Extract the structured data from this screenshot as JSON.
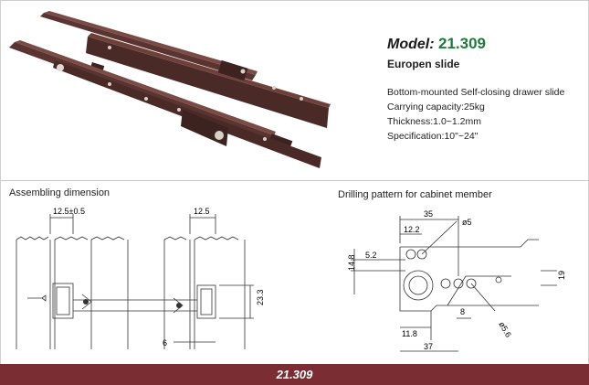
{
  "header": {
    "model_prefix": "Model:",
    "model_number": "21.309",
    "subtitle": "Europen slide",
    "specs": [
      "Bottom-mounted Self-closing drawer slide",
      "Carrying capacity:25kg",
      "Thickness:1.0~1.2mm",
      "Specification:10\"~24\""
    ]
  },
  "assembling": {
    "title": "Assembling dimension",
    "dims": [
      "12.5±0.5",
      "12.5",
      "23.3",
      "6"
    ]
  },
  "drilling": {
    "title": "Drilling pattern for cabinet member",
    "dims": [
      "35",
      "12.2",
      "ø5",
      "5.2",
      "14.8",
      "11.8",
      "8",
      "37",
      "ø5.6",
      "19"
    ]
  },
  "footer": {
    "label": "21.309"
  },
  "colors": {
    "slide": "#4a2a26",
    "footer": "#7a2e34",
    "model_number": "#1f7a3a"
  }
}
